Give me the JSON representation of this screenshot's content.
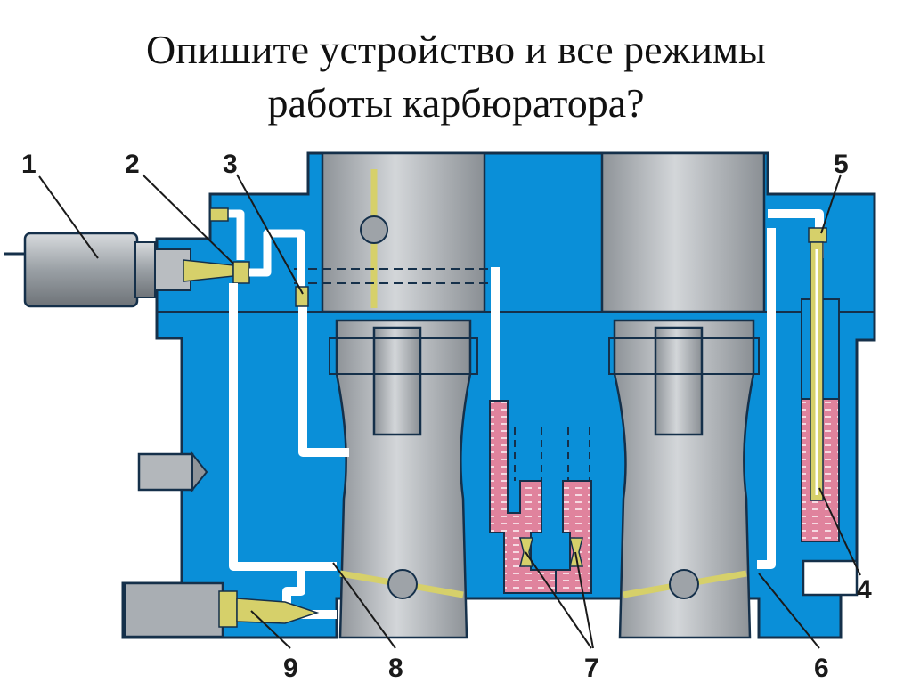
{
  "title": {
    "line1": "Опишите  устройство и все режимы",
    "line2": "работы карбюратора?"
  },
  "callouts": {
    "n1": "1",
    "n2": "2",
    "n3": "3",
    "n4": "4",
    "n5": "5",
    "n6": "6",
    "n7": "7",
    "n8": "8",
    "n9": "9"
  },
  "colors": {
    "body": "#0a8fd8",
    "outline": "#15304a",
    "steel": "#a9aeb3",
    "channel": "#ffffff",
    "fuel": "#e0839d",
    "jet": "#d6d06a"
  }
}
